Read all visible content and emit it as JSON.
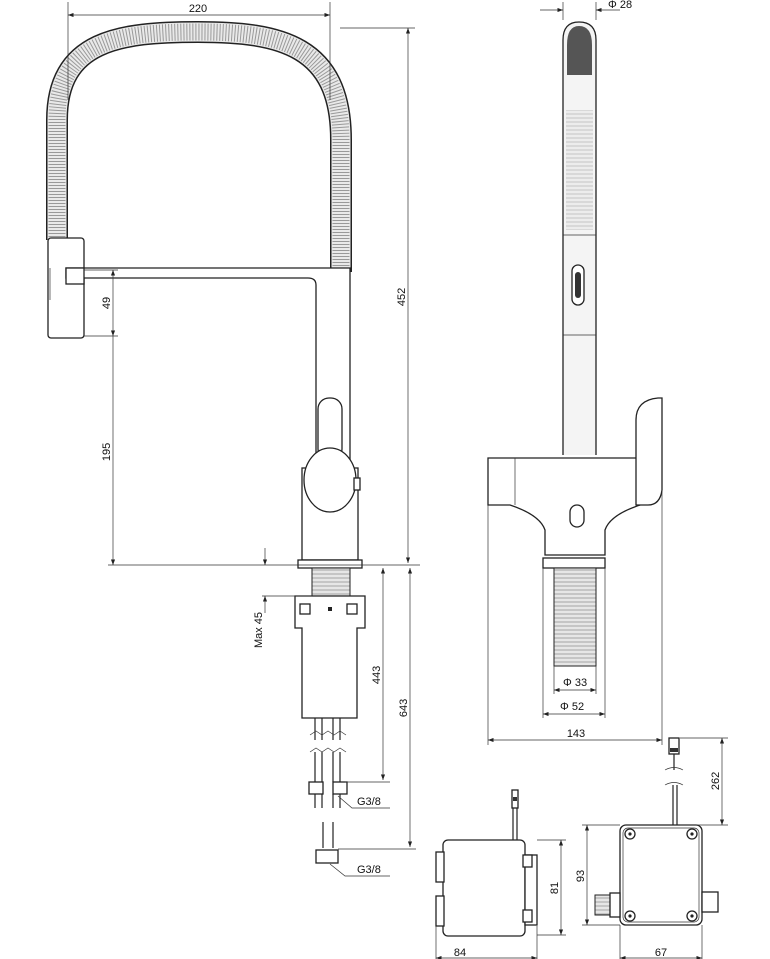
{
  "drawing": {
    "front_view": {
      "width_220": "220",
      "height_452": "452",
      "spray_49": "49",
      "clearance_195": "195",
      "max_45": "Max 45",
      "depth_443": "443",
      "depth_643": "643",
      "thread_1": "G3/8",
      "thread_2": "G3/8"
    },
    "side_view": {
      "spout_dia": "Φ 28",
      "shank_dia": "Φ 33",
      "base_dia": "Φ 52",
      "reach_143": "143"
    },
    "control_box": {
      "cable_262": "262",
      "height_81": "81",
      "height_93": "93",
      "width_84": "84",
      "width_67": "67"
    }
  }
}
